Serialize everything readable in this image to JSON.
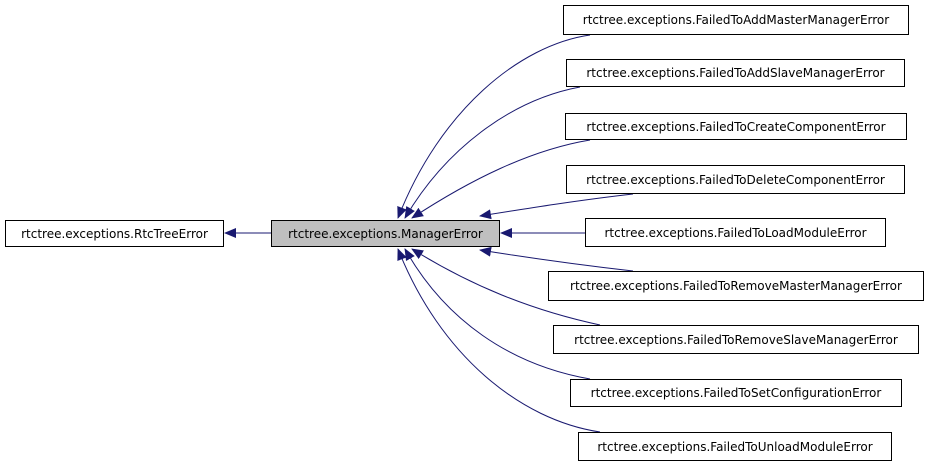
{
  "diagram": {
    "colors": {
      "edge": "#191970",
      "node_border": "#000000",
      "node_bg": "#ffffff",
      "current_bg": "#bfbfbf"
    },
    "nodes": {
      "base": "rtctree.exceptions.RtcTreeError",
      "current": "rtctree.exceptions.ManagerError",
      "derived": [
        "rtctree.exceptions.FailedToAddMasterManagerError",
        "rtctree.exceptions.FailedToAddSlaveManagerError",
        "rtctree.exceptions.FailedToCreateComponentError",
        "rtctree.exceptions.FailedToDeleteComponentError",
        "rtctree.exceptions.FailedToLoadModuleError",
        "rtctree.exceptions.FailedToRemoveMasterManagerError",
        "rtctree.exceptions.FailedToRemoveSlaveManagerError",
        "rtctree.exceptions.FailedToSetConfigurationError",
        "rtctree.exceptions.FailedToUnloadModuleError"
      ]
    }
  }
}
